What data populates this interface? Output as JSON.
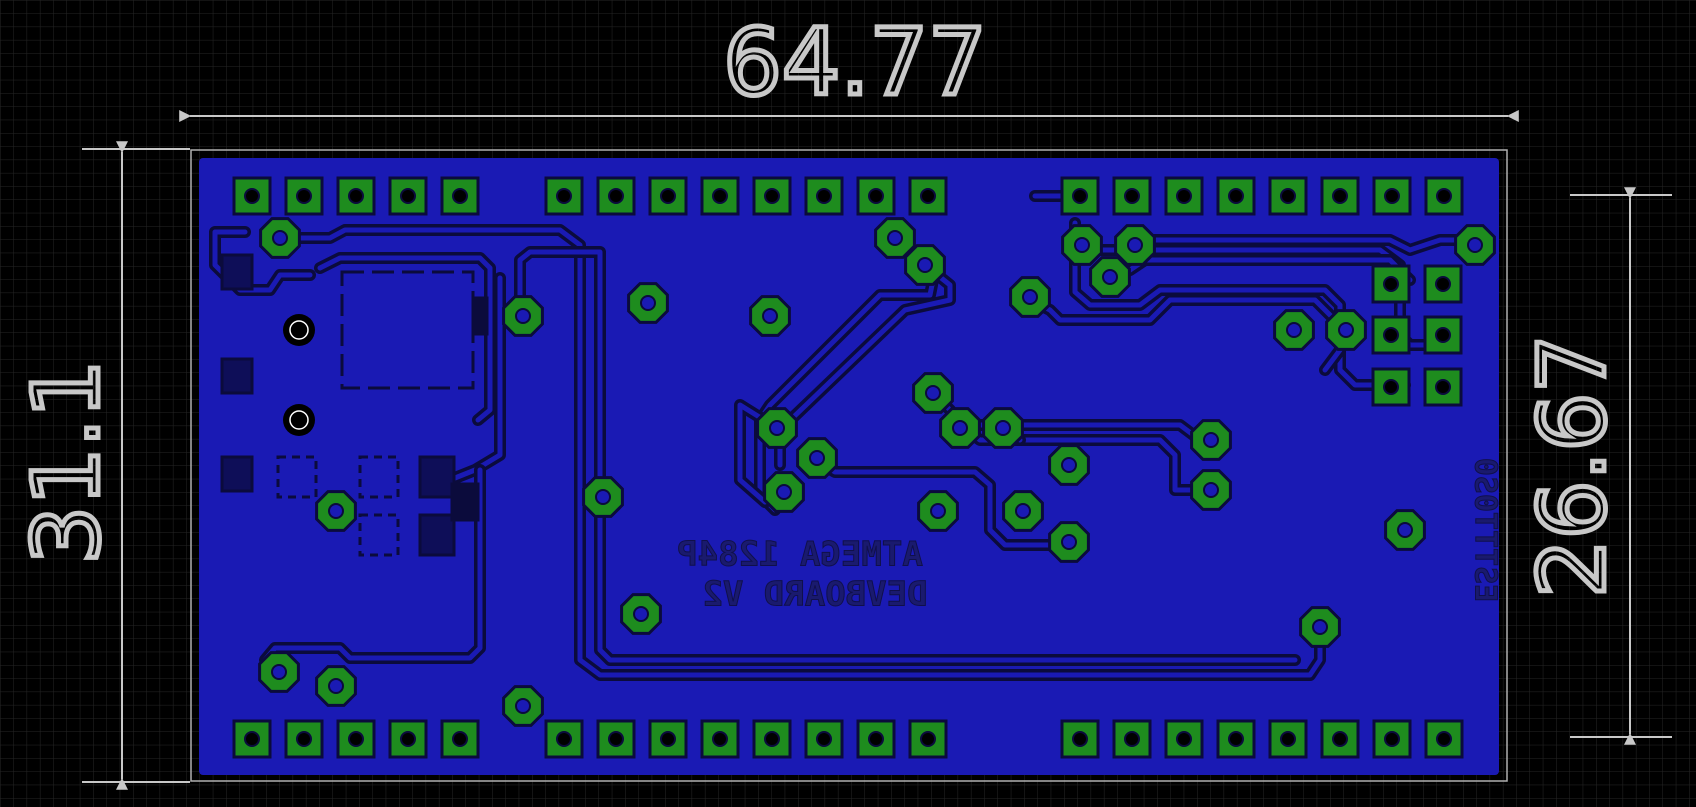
{
  "dimensions": {
    "width_label": "64.77",
    "height_label": "31.1",
    "inner_height_label": "26.67"
  },
  "board": {
    "silkscreen_line1": "ATMEGA 1284P",
    "silkscreen_line2": "DEVBOARD V2",
    "silkscreen_side": "ESTTT0S0"
  },
  "colors": {
    "background": "#000000",
    "grid": "#2a2a2a",
    "copper": "#1a1ab4",
    "trace_outline": "#0b0b3c",
    "pad": "#1e8c1e",
    "dimension": "#c8c8c8"
  }
}
